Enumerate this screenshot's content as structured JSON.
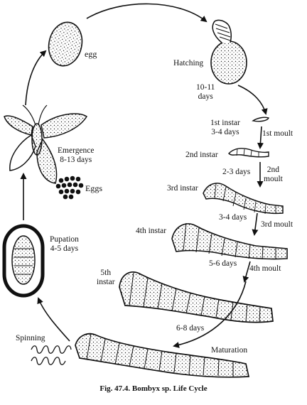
{
  "labels": {
    "egg": "egg",
    "hatching": "Hatching",
    "hatching_days": "10-11\ndays",
    "instar1": "1st instar\n3-4 days",
    "moult1": "1st moult",
    "instar2": "2nd instar",
    "days23": "2-3 days",
    "moult2": "2nd\nmoult",
    "instar3": "3rd instar",
    "days34": "3-4 days",
    "moult3": "3rd moult",
    "instar4": "4th instar",
    "days56": "5-6 days",
    "moult4": "4th moult",
    "instar5": "5th\ninstar",
    "days68": "6-8 days",
    "maturation": "Maturation",
    "spinning": "Spinning",
    "pupation": "Pupation\n4-5 days",
    "emergence": "Emergence\n8-13 days",
    "eggs": "Eggs"
  },
  "caption": "Fig. 47.4. Bombyx sp. Life Cycle"
}
